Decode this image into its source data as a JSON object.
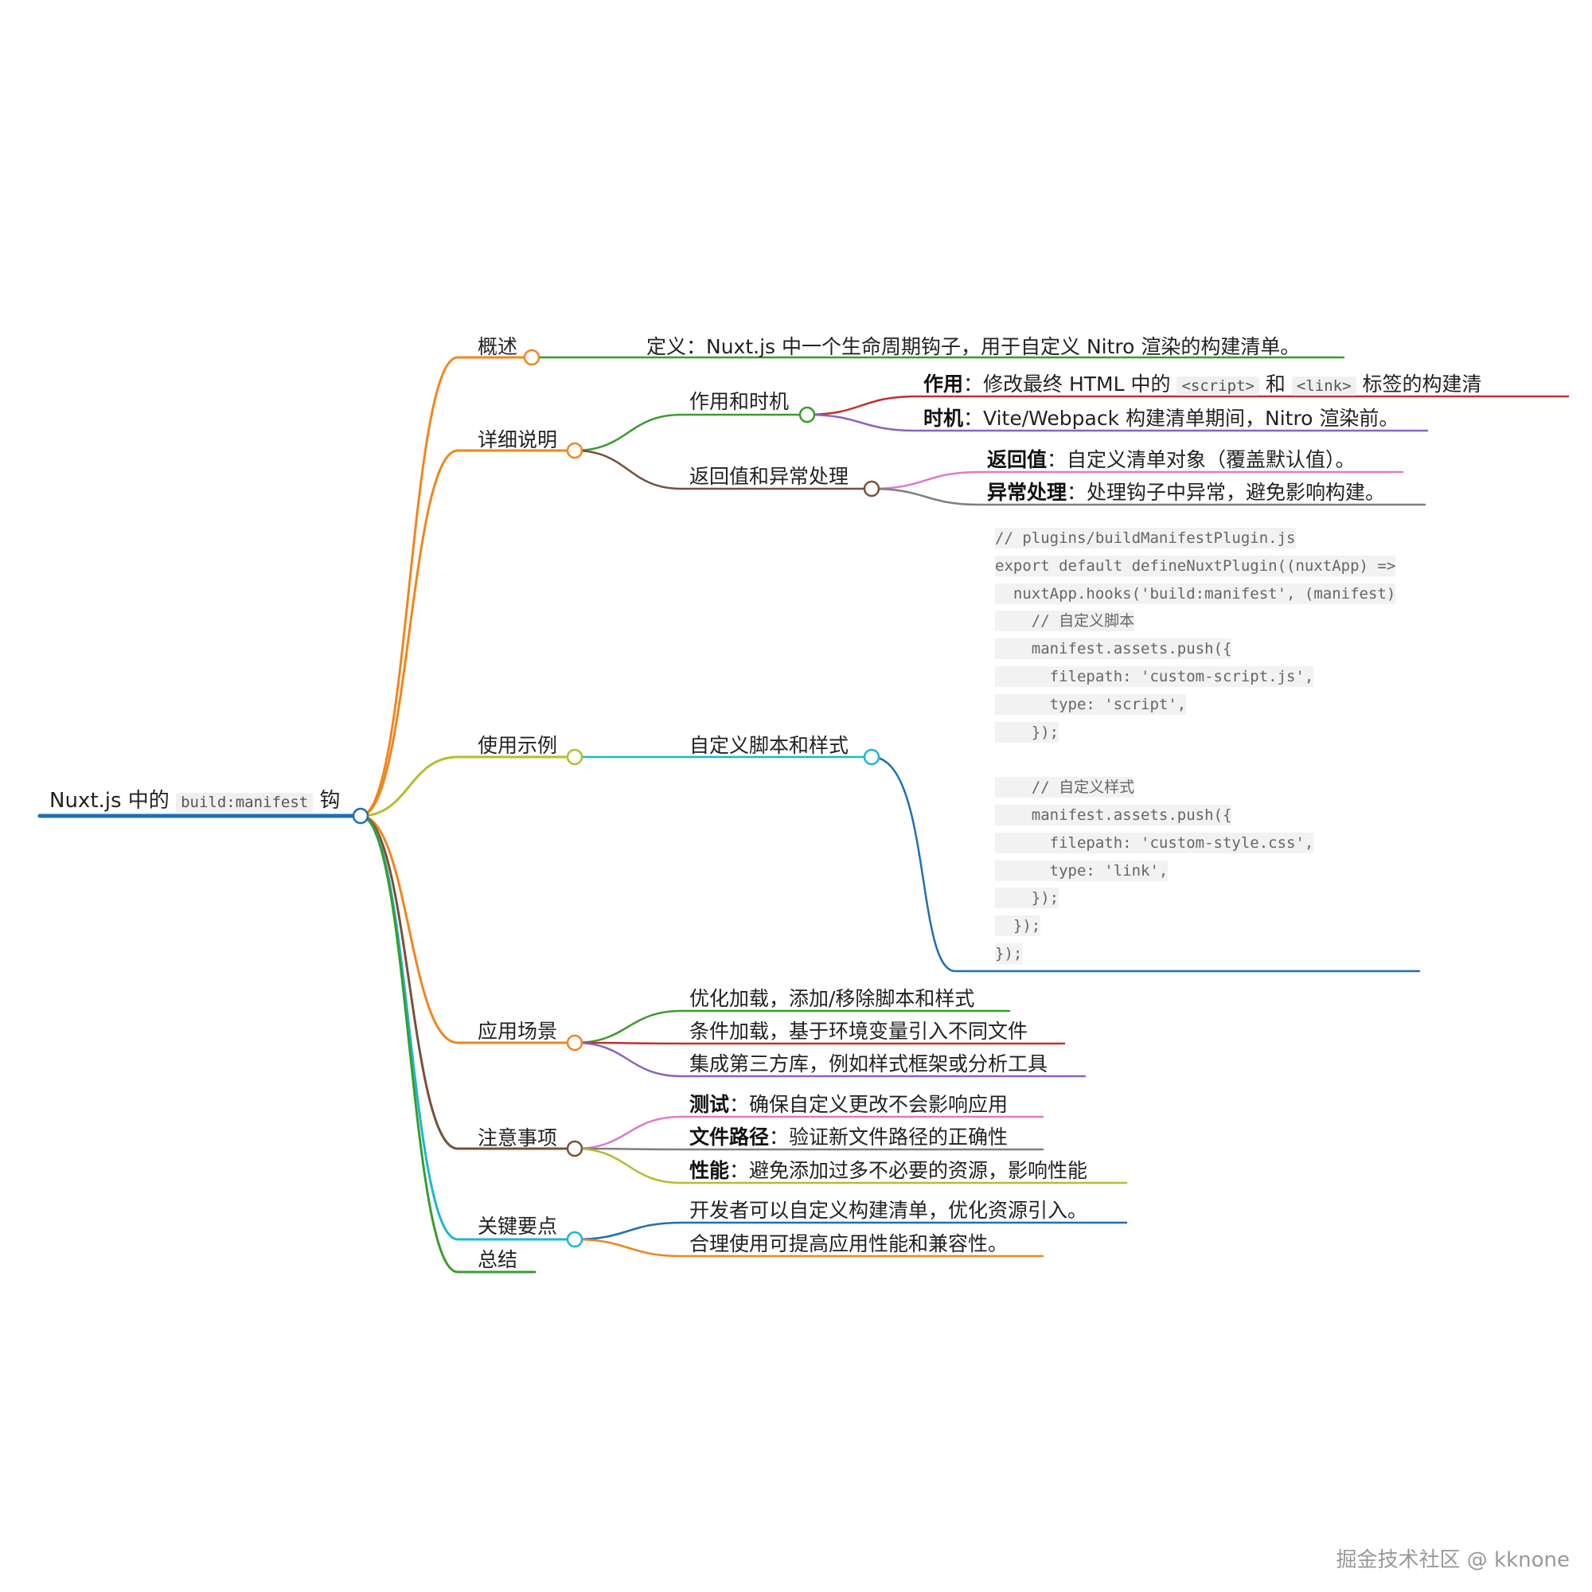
{
  "root": {
    "prefix": "Nuxt.js 中的",
    "code": "build:manifest",
    "suffix": "钩"
  },
  "branches": {
    "overview": {
      "label": "概述",
      "color": "#f0861d",
      "children": [
        {
          "text": "定义：Nuxt.js 中一个生命周期钩子，用于自定义 Nitro 渲染的构建清单。",
          "color": "#3a9c2c"
        }
      ]
    },
    "details": {
      "label": "详细说明",
      "color": "#f0861d",
      "groups": {
        "role": {
          "label": "作用和时机",
          "color": "#3a9c2c",
          "role_item": {
            "key": "作用",
            "sep": "：",
            "t1": "修改最终 HTML 中的",
            "c1": "<script>",
            "t2": "和",
            "c2": "<link>",
            "t3": "标签的构建清",
            "color": "#c0302a"
          },
          "timing_item": {
            "key": "时机",
            "sep": "：",
            "text": "Vite/Webpack 构建清单期间，Nitro 渲染前。",
            "color": "#8e61c0"
          }
        },
        "return": {
          "label": "返回值和异常处理",
          "color": "#7a4f3a",
          "return_item": {
            "key": "返回值",
            "sep": "：",
            "text": "自定义清单对象（覆盖默认值）。",
            "color": "#e07ac8"
          },
          "error_item": {
            "key": "异常处理",
            "sep": "：",
            "text": "处理钩子中异常，避免影响构建。",
            "color": "#7f7f7f"
          }
        }
      }
    },
    "example": {
      "label": "使用示例",
      "color": "#b5bd2b",
      "child": {
        "label": "自定义脚本和样式",
        "color": "#19b8cf"
      },
      "code_color": "#1f6fb3",
      "code_lines": [
        "// plugins/buildManifestPlugin.js",
        "export default defineNuxtPlugin((nuxtApp) =>",
        "  nuxtApp.hooks('build:manifest', (manifest)",
        "    // 自定义脚本",
        "    manifest.assets.push({",
        "      filepath: 'custom-script.js',",
        "      type: 'script',",
        "    });",
        "",
        "    // 自定义样式",
        "    manifest.assets.push({",
        "      filepath: 'custom-style.css',",
        "      type: 'link',",
        "    });",
        "  });",
        "});"
      ]
    },
    "scenarios": {
      "label": "应用场景",
      "color": "#f0861d",
      "children": [
        {
          "text": "优化加载，添加/移除脚本和样式",
          "color": "#3a9c2c"
        },
        {
          "text": "条件加载，基于环境变量引入不同文件",
          "color": "#c0302a"
        },
        {
          "text": "集成第三方库，例如样式框架或分析工具",
          "color": "#8e61c0"
        }
      ]
    },
    "notes": {
      "label": "注意事项",
      "color": "#7a4f3a",
      "children": [
        {
          "key": "测试",
          "sep": "：",
          "text": "确保自定义更改不会影响应用",
          "color": "#e07ac8"
        },
        {
          "key": "文件路径",
          "sep": "：",
          "text": "验证新文件路径的正确性",
          "color": "#7f7f7f"
        },
        {
          "key": "性能",
          "sep": "：",
          "text": "避免添加过多不必要的资源，影响性能",
          "color": "#b5bd2b"
        }
      ]
    },
    "keypoints": {
      "label": "关键要点",
      "color": "#19b8cf",
      "children": [
        {
          "text": "开发者可以自定义构建清单，优化资源引入。",
          "color": "#1f6fb3"
        },
        {
          "text": "合理使用可提高应用性能和兼容性。",
          "color": "#f0861d"
        }
      ]
    },
    "summary": {
      "label": "总结",
      "color": "#3a9c2c"
    }
  },
  "root_color": "#1f6fb3",
  "watermark": "掘金技术社区 @ kknone"
}
